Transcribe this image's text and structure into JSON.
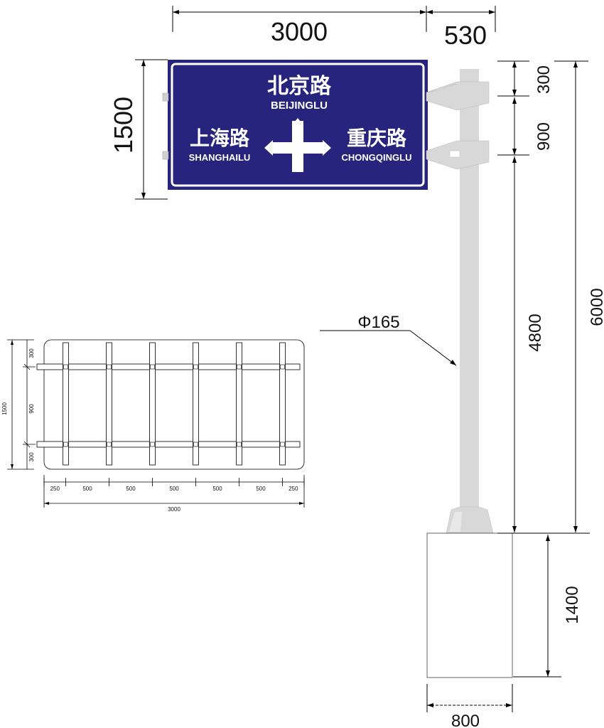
{
  "sign": {
    "top_cn": "北京路",
    "top_en": "BEIJINGLU",
    "left_cn": "上海路",
    "left_en": "SHANGHAILU",
    "right_cn": "重庆路",
    "right_en": "CHONGQINGLU",
    "bg_color": "#26247c",
    "border_color": "#ffffff",
    "arrow_icon": "crossroad-arrow"
  },
  "dimensions": {
    "sign_width": "3000",
    "arm_width": "530",
    "sign_height": "1500",
    "upper_bracket": "300",
    "bracket_spacing": "900",
    "pole_lower": "4800",
    "pole_total": "6000",
    "pole_diameter": "Φ165",
    "foundation_height": "1400",
    "foundation_width": "800"
  },
  "back_view": {
    "height_total": "1500",
    "top_offset": "300",
    "middle_spacing": "900",
    "bottom_offset": "300",
    "col_spacings": [
      "250",
      "500",
      "500",
      "500",
      "500",
      "500",
      "250"
    ],
    "total_width": "3000"
  },
  "colors": {
    "pole_fill": "#d8d8d8",
    "line": "#000000"
  }
}
